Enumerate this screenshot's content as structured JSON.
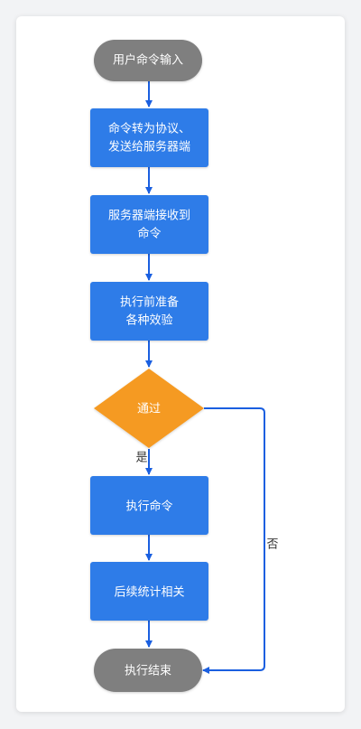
{
  "colors": {
    "process": "#2f7be8",
    "terminal": "#7f7f7f",
    "decision": "#f59a23",
    "arrow": "#1a5fe0"
  },
  "nodes": {
    "start": {
      "text": "用户命令输入"
    },
    "step1": {
      "line1": "命令转为协议、",
      "line2": "发送给服务器端"
    },
    "step2": {
      "line1": "服务器端接收到",
      "line2": "命令"
    },
    "step3": {
      "line1": "执行前准备",
      "line2": "各种效验"
    },
    "decision": {
      "text": "通过"
    },
    "step4": {
      "text": "执行命令"
    },
    "step5": {
      "text": "后续统计相关"
    },
    "end": {
      "text": "执行结束"
    }
  },
  "edges": {
    "yes_label": "是",
    "no_label": "否"
  }
}
